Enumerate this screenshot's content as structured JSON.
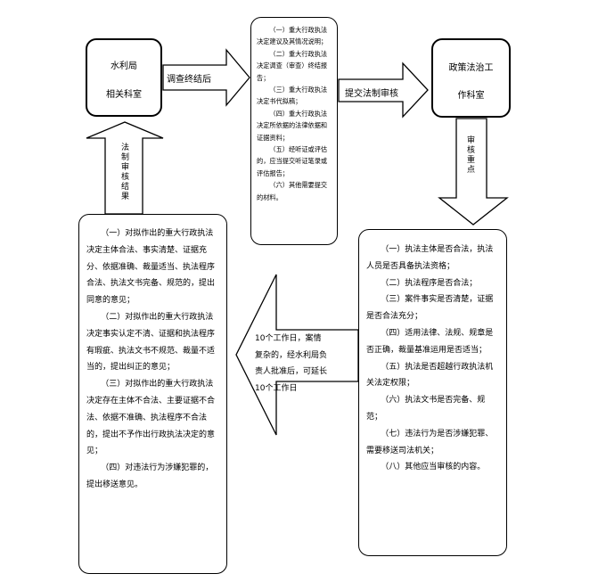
{
  "nodes": {
    "water_bureau": {
      "line1": "水利局",
      "line2": "相关科室"
    },
    "materials": {
      "items": [
        "（一）重大行政执法决定建议及其情况说明；",
        "（二）重大行政执法决定调查（审查）终结报告；",
        "（三）重大行政执法决定书代拟稿；",
        "（四）重大行政执法决定所依据的法律依据和证据资料；",
        "（五）经听证或评估的，应当提交听证笔录或评估报告；",
        "（六）其他需要提交的材料。"
      ]
    },
    "legal_office": {
      "line1": "政策法治工",
      "line2": "作科室"
    },
    "review_items": [
      "（一）执法主体是否合法，执法人员是否具备执法资格；",
      "（二）执法程序是否合法；",
      "（三）案件事实是否清楚，证据是否合法充分；",
      "（四）适用法律、法规、规章是否正确，裁量基准运用是否适当；",
      "（五）执法是否超越行政执法机关法定权限；",
      "（六）执法文书是否完备、规范；",
      "（七）违法行为是否涉嫌犯罪、需要移送司法机关；",
      "（八）其他应当审核的内容。"
    ],
    "opinions": [
      "（一）对拟作出的重大行政执法决定主体合法、事实清楚、证据充分、依据准确、裁量适当、执法程序合法、执法文书完备、规范的，提出同意的意见；",
      "（二）对拟作出的重大行政执法决定事实认定不清、证据和执法程序有瑕疵、执法文书不规范、裁量不适当的，提出纠正的意见；",
      "（三）对拟作出的重大行政执法决定存在主体不合法、主要证据不合法、依据不准确、执法程序不合法的，提出不予作出行政执法决定的意见；",
      "（四）对违法行为涉嫌犯罪的，提出移送意见。"
    ]
  },
  "edges": {
    "after_investigation": "调查终结后",
    "submit_review": "提交法制审核",
    "review_focus": "审核重点",
    "deadline_line1": "10个工作日，案情",
    "deadline_line2": "复杂的，经水利局负",
    "deadline_line3": "责人批准后，可延长",
    "deadline_line4": "10个工作日",
    "review_result": "法制审核结果"
  }
}
